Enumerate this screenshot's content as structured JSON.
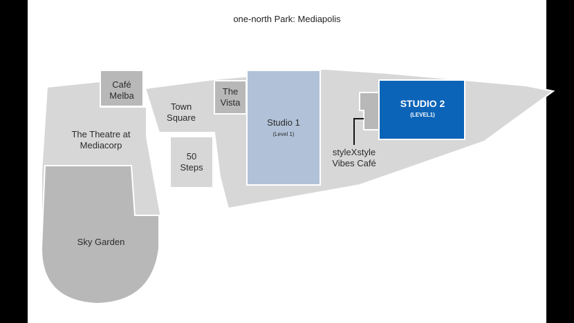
{
  "map": {
    "title": "one-north Park: Mediapolis",
    "areas": [
      {
        "id": "cafe-melba",
        "label": "Café\nMelba"
      },
      {
        "id": "town-square",
        "label": "Town\nSquare"
      },
      {
        "id": "the-vista",
        "label": "The\nVista"
      },
      {
        "id": "studio-1",
        "label": "Studio 1",
        "sublabel": "(Level 1)"
      },
      {
        "id": "the-theatre",
        "label": "The Theatre at\nMediacorp"
      },
      {
        "id": "fifty-steps",
        "label": "50\nSteps"
      },
      {
        "id": "sky-garden",
        "label": "Sky Garden"
      },
      {
        "id": "stylexstyle",
        "label": "styleXstyle\nVibes Café"
      },
      {
        "id": "studio-2",
        "label": "STUDIO 2",
        "sublabel": "(LEVEL1)"
      }
    ],
    "colors": {
      "background": "#ffffff",
      "frame": "#000000",
      "light_area": "#d7d7d7",
      "dark_area": "#b8b8b8",
      "studio1": "#b1c2d8",
      "studio2": "#0b64b8",
      "outline": "#ffffff"
    }
  }
}
